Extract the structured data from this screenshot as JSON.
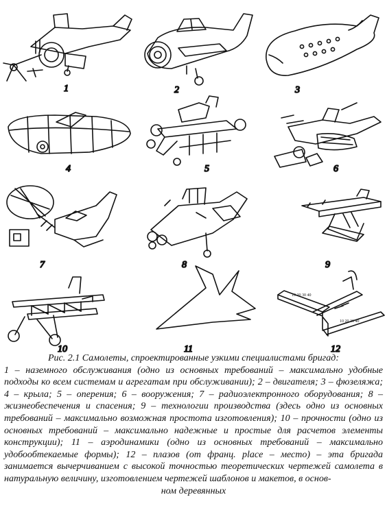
{
  "figure": {
    "panel_numbers": [
      "1",
      "2",
      "3",
      "4",
      "5",
      "6",
      "7",
      "8",
      "9",
      "10",
      "11",
      "12"
    ]
  },
  "caption": {
    "title": "Рис. 2.1 Самолеты, спроектированные узкими специалистами бригад:",
    "body": "1 – наземного обслуживания (одно из основных требований – максимально удобные подходы ко всем системам и агрегатам при обслуживании); 2 – двигателя; 3 – фюзеляжа; 4 – крыла; 5 – оперения; 6 – вооружения; 7 – радиоэлектронного оборудования; 8 – жизнеобеспечения и спасения; 9 – технологии производства (здесь одно из основных требований – максимально возможная простота изготовления); 10 – прочности (одно из основных требований – максимально надежные и простые для расчетов элементы конструкции); 11 – аэродинамики (одно из основных требований – максимально удобообтекаемые формы); 12 – плазов (от франц. place – место) – эта бригада занимается вычерчиванием с высокой точностью теоретических чертежей самолета в натуральную величину, изготовлением чертежей шаблонов и макетов, в основ-",
    "tail": "ном деревянных"
  }
}
